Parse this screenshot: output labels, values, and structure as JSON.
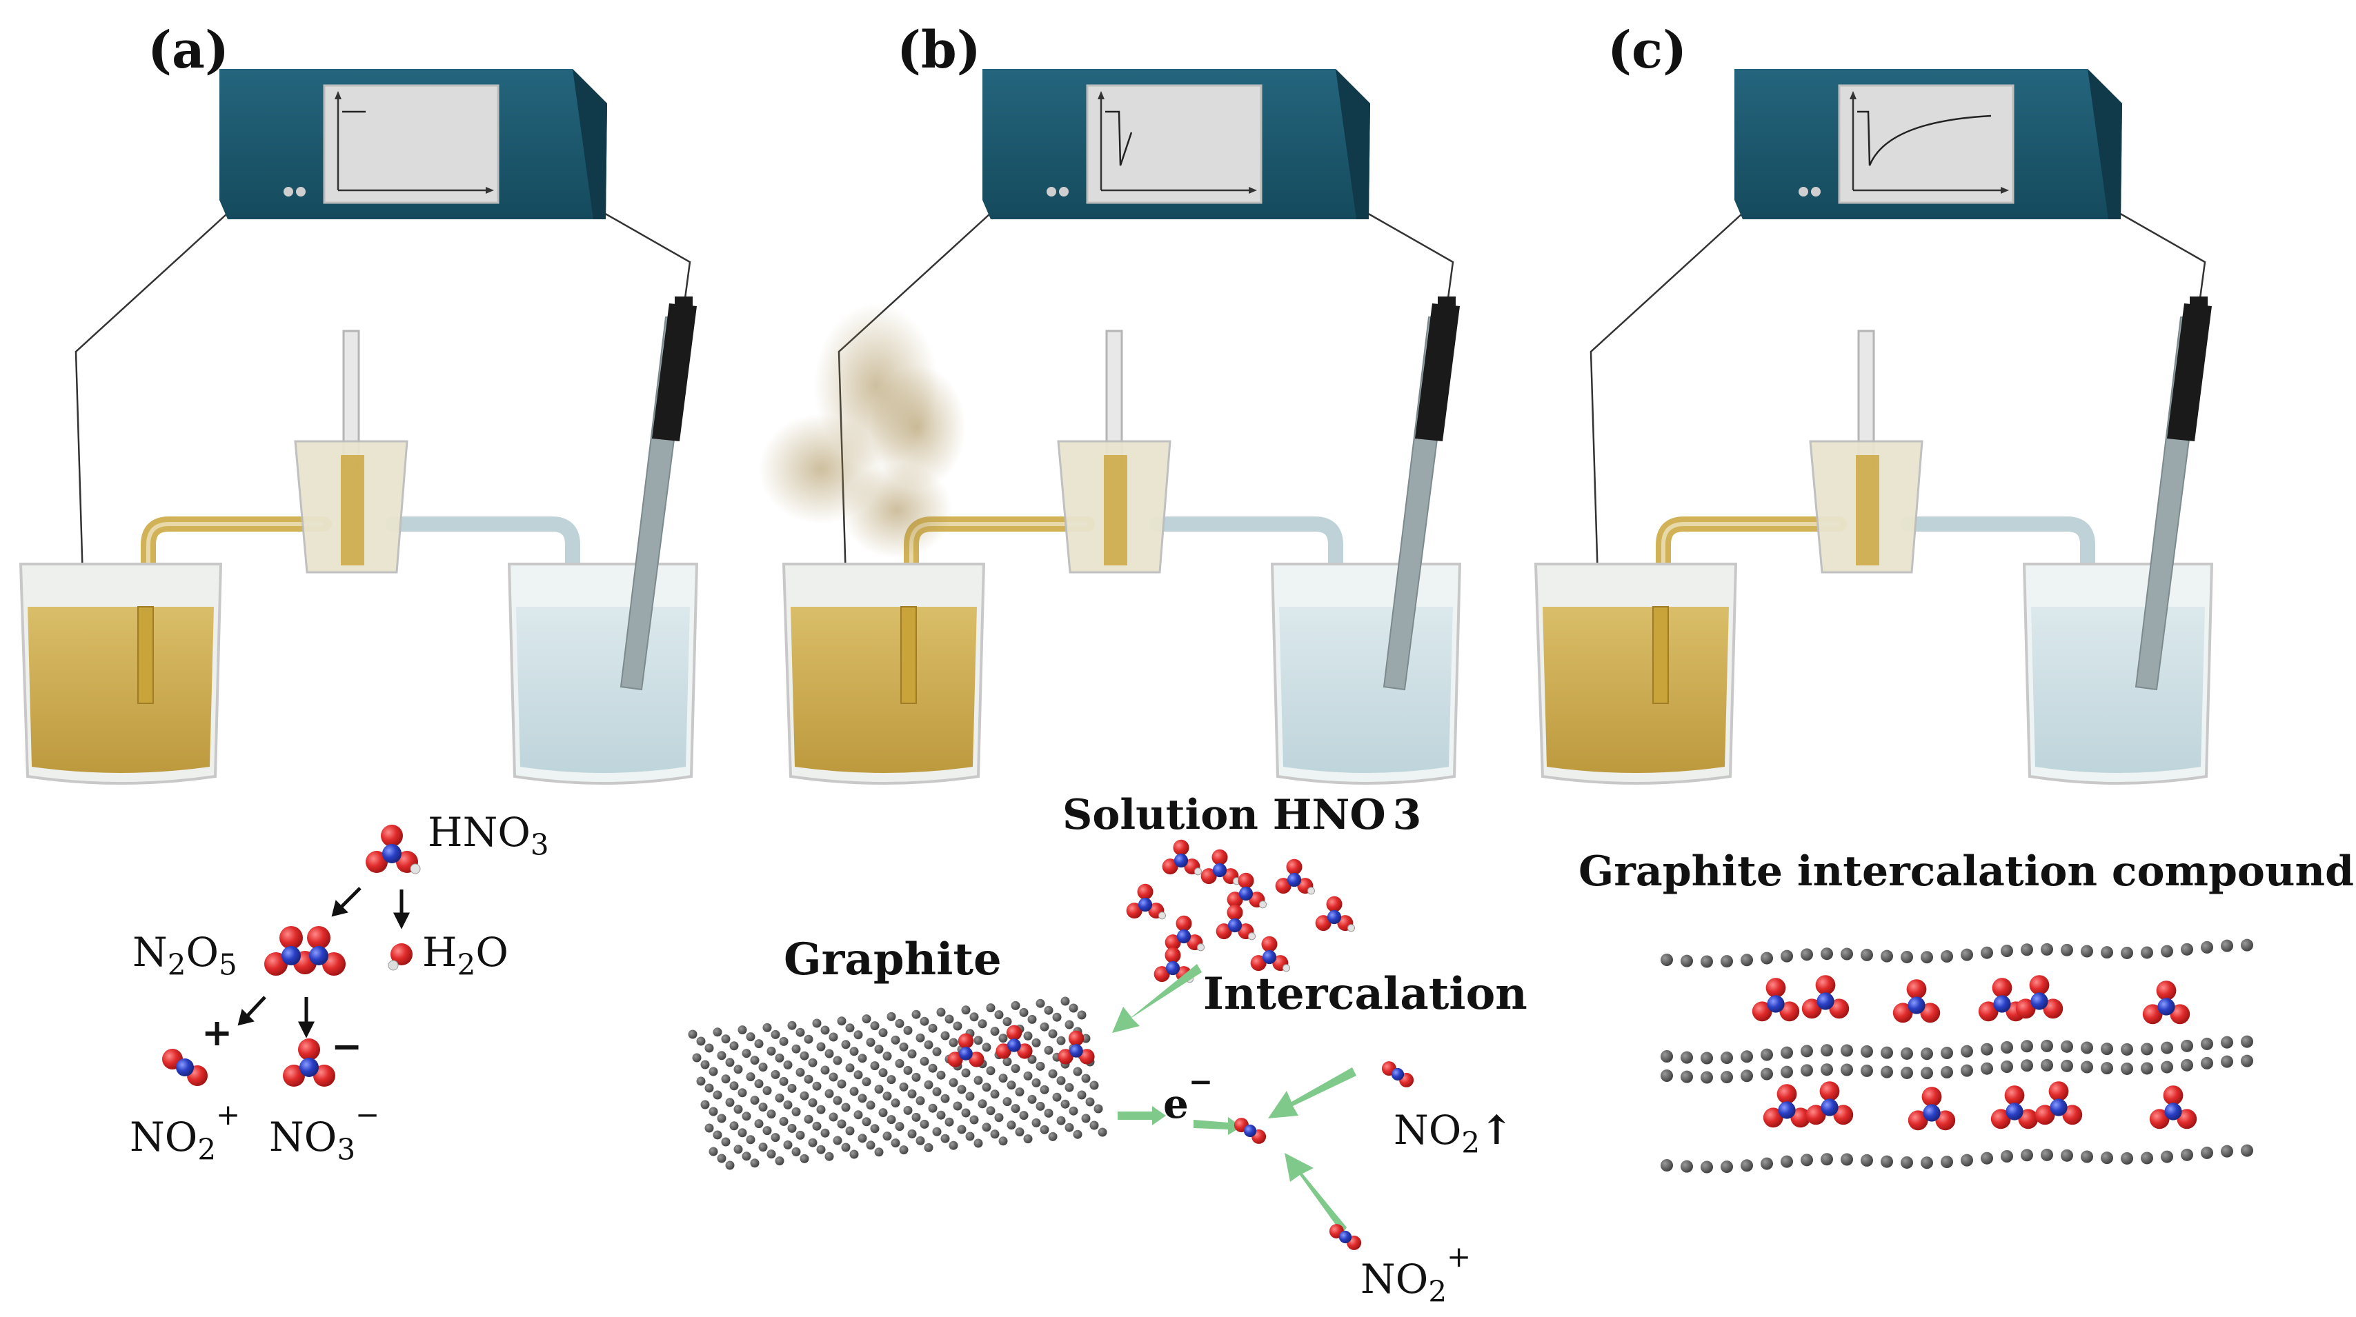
{
  "colors": {
    "meter_body": "#1d5a70",
    "meter_screen": "#d9d9d9",
    "acid_yellow": "#c9a43a",
    "solution_blue": "#c9dde3",
    "oxygen_red": "#e02b2b",
    "nitrogen_blue": "#2a3fc4",
    "carbon_grey": "#555555",
    "arrow_green": "#7fc98a",
    "probe_black": "#1a1a1a",
    "gas_brown": "#a58a4e"
  },
  "panels": [
    {
      "letter": "(a)",
      "curve": "flat"
    },
    {
      "letter": "(b)",
      "curve": "dip"
    },
    {
      "letter": "(c)",
      "curve": "dip-recover"
    }
  ],
  "panel_a": {
    "hno3": "HNO",
    "hno3_sub": "3",
    "n2o5_n": "N",
    "n2o5_sub1": "2",
    "n2o5_o": "O",
    "n2o5_sub2": "5",
    "h2o_h": "H",
    "h2o_sub": "2",
    "h2o_o": "O",
    "no2p": "NO",
    "no2p_sub": "2",
    "no2p_sup": "+",
    "no3m": "NO",
    "no3m_sub": "3",
    "no3m_sup": "−",
    "plus_mark": "+",
    "minus_mark": "−"
  },
  "panel_b": {
    "solution": "Solution HNO",
    "solution_sub": "3",
    "graphite": "Graphite",
    "intercalation": "Intercalation",
    "electron": "e",
    "electron_sup": "−",
    "no2_gas": "NO",
    "no2_gas_sub": "2",
    "gas_arrow": "↑",
    "no2p": "NO",
    "no2p_sub": "2",
    "no2p_sup": "+"
  },
  "panel_c": {
    "title": "Graphite intercalation compound"
  }
}
